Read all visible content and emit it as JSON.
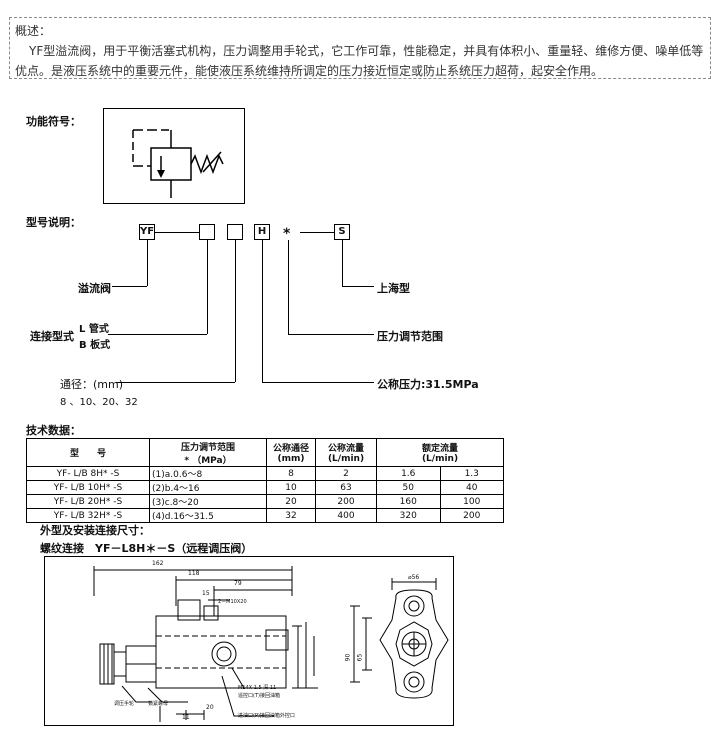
{
  "overview": {
    "heading": "概述：",
    "body": "YF型溢流阀，用于平衡活塞式机构，压力调整用手轮式，它工作可靠，性能稳定，并具有体积小、重量轻、维修方便、噪单低等优点。是液压系统中的重要元件，能使液压系统维持所调定的压力接近恒定或防止系统压力超荷，起安全作用。"
  },
  "symbol": {
    "label": "功能符号："
  },
  "model": {
    "label": "型号说明：",
    "boxes": [
      "YF",
      "",
      "",
      "H",
      "S"
    ],
    "star": "*",
    "legend": {
      "relief_valve": "溢流阀",
      "shanghai": "上海型",
      "connection_type": "连接型式",
      "l_type": "L 管式",
      "b_type": "B 板式",
      "pressure_range": "压力调节范围",
      "bore_label": "通径：(mm)",
      "bore_values": "8 、10、20、32",
      "nominal_pressure": "公称压力:31.5MPa"
    }
  },
  "tech": {
    "label": "技术数据：",
    "headers": {
      "model": "型　　号",
      "pressure": "压力调节范围",
      "pressure_unit": "* （MPa）",
      "bore": "公称通径",
      "bore_unit": "(mm)",
      "flow": "公称流量",
      "flow_unit": "(L/min)",
      "rated": "额定流量",
      "rated_unit": "(L/min)"
    },
    "rows": [
      {
        "model": "YF- L/B 8H* -S",
        "pressure": "(1)a.0.6～8",
        "bore": "8",
        "flow": "2",
        "r1": "1.6",
        "r2": "1.3"
      },
      {
        "model": "YF- L/B 10H* -S",
        "pressure": "(2)b.4～16",
        "bore": "10",
        "flow": "63",
        "r1": "50",
        "r2": "40"
      },
      {
        "model": "YF- L/B 20H* -S",
        "pressure": "(3)c.8～20",
        "bore": "20",
        "flow": "200",
        "r1": "160",
        "r2": "100"
      },
      {
        "model": "YF- L/B 32H* -S",
        "pressure": "(4)d.16～31.5",
        "bore": "32",
        "flow": "400",
        "r1": "320",
        "r2": "200"
      }
    ]
  },
  "install": {
    "title": "外型及安装连接尺寸：",
    "subtitle": "螺纹连接　YF－L8H＊－S（远程调压阀）",
    "dims": {
      "d162": "162",
      "d118": "118",
      "d79": "79",
      "d15": "15",
      "thread": "2－M10X20",
      "d56": "⌀56",
      "d90": "90",
      "d65": "65",
      "d20": "20",
      "d11": "11",
      "note1": "M14X 1.5 深 11",
      "note2": "遥控口(T)接回油箱",
      "note3": "进油口(P)接回油箱外控口",
      "tag1": "调压手轮",
      "tag2": "锁紧螺母"
    }
  }
}
